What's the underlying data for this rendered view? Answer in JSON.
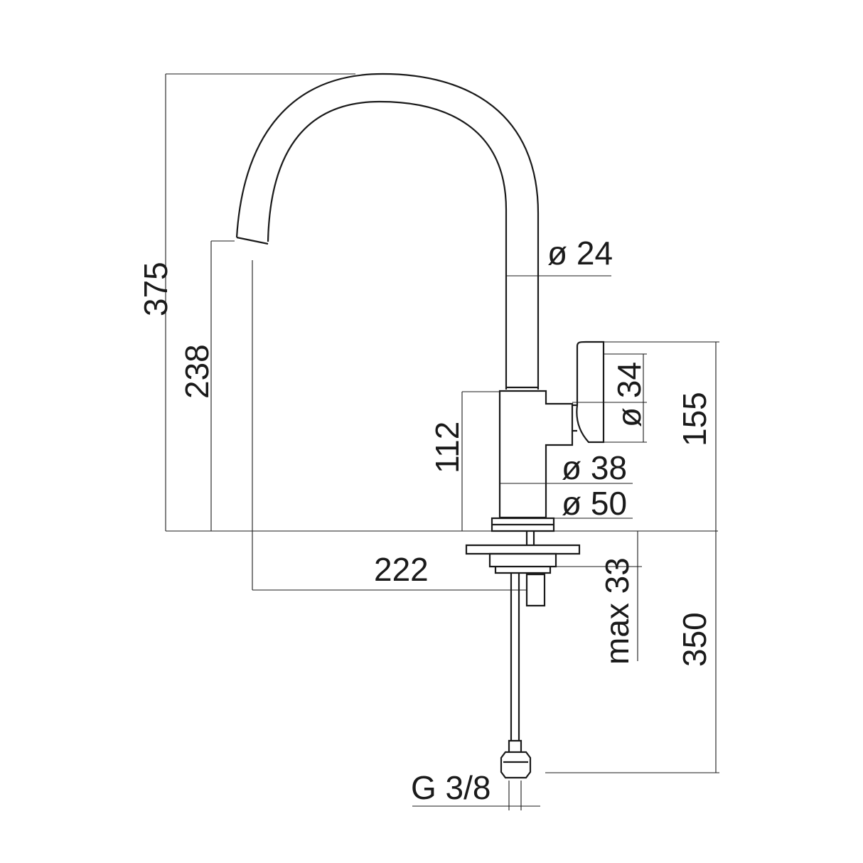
{
  "dimensions": {
    "total_height": "375",
    "outlet_height": "238",
    "body_height": "112",
    "spout_reach": "222",
    "spout_diameter": "ø 24",
    "handle_diameter": "ø 34",
    "body_diameter": "ø 38",
    "base_diameter": "ø 50",
    "deck_thickness": "max 33",
    "hose_length": "350",
    "lever_height": "155",
    "connection_thread": "G 3/8"
  },
  "colors": {
    "line": "#1a1a1a",
    "background": "#ffffff"
  }
}
